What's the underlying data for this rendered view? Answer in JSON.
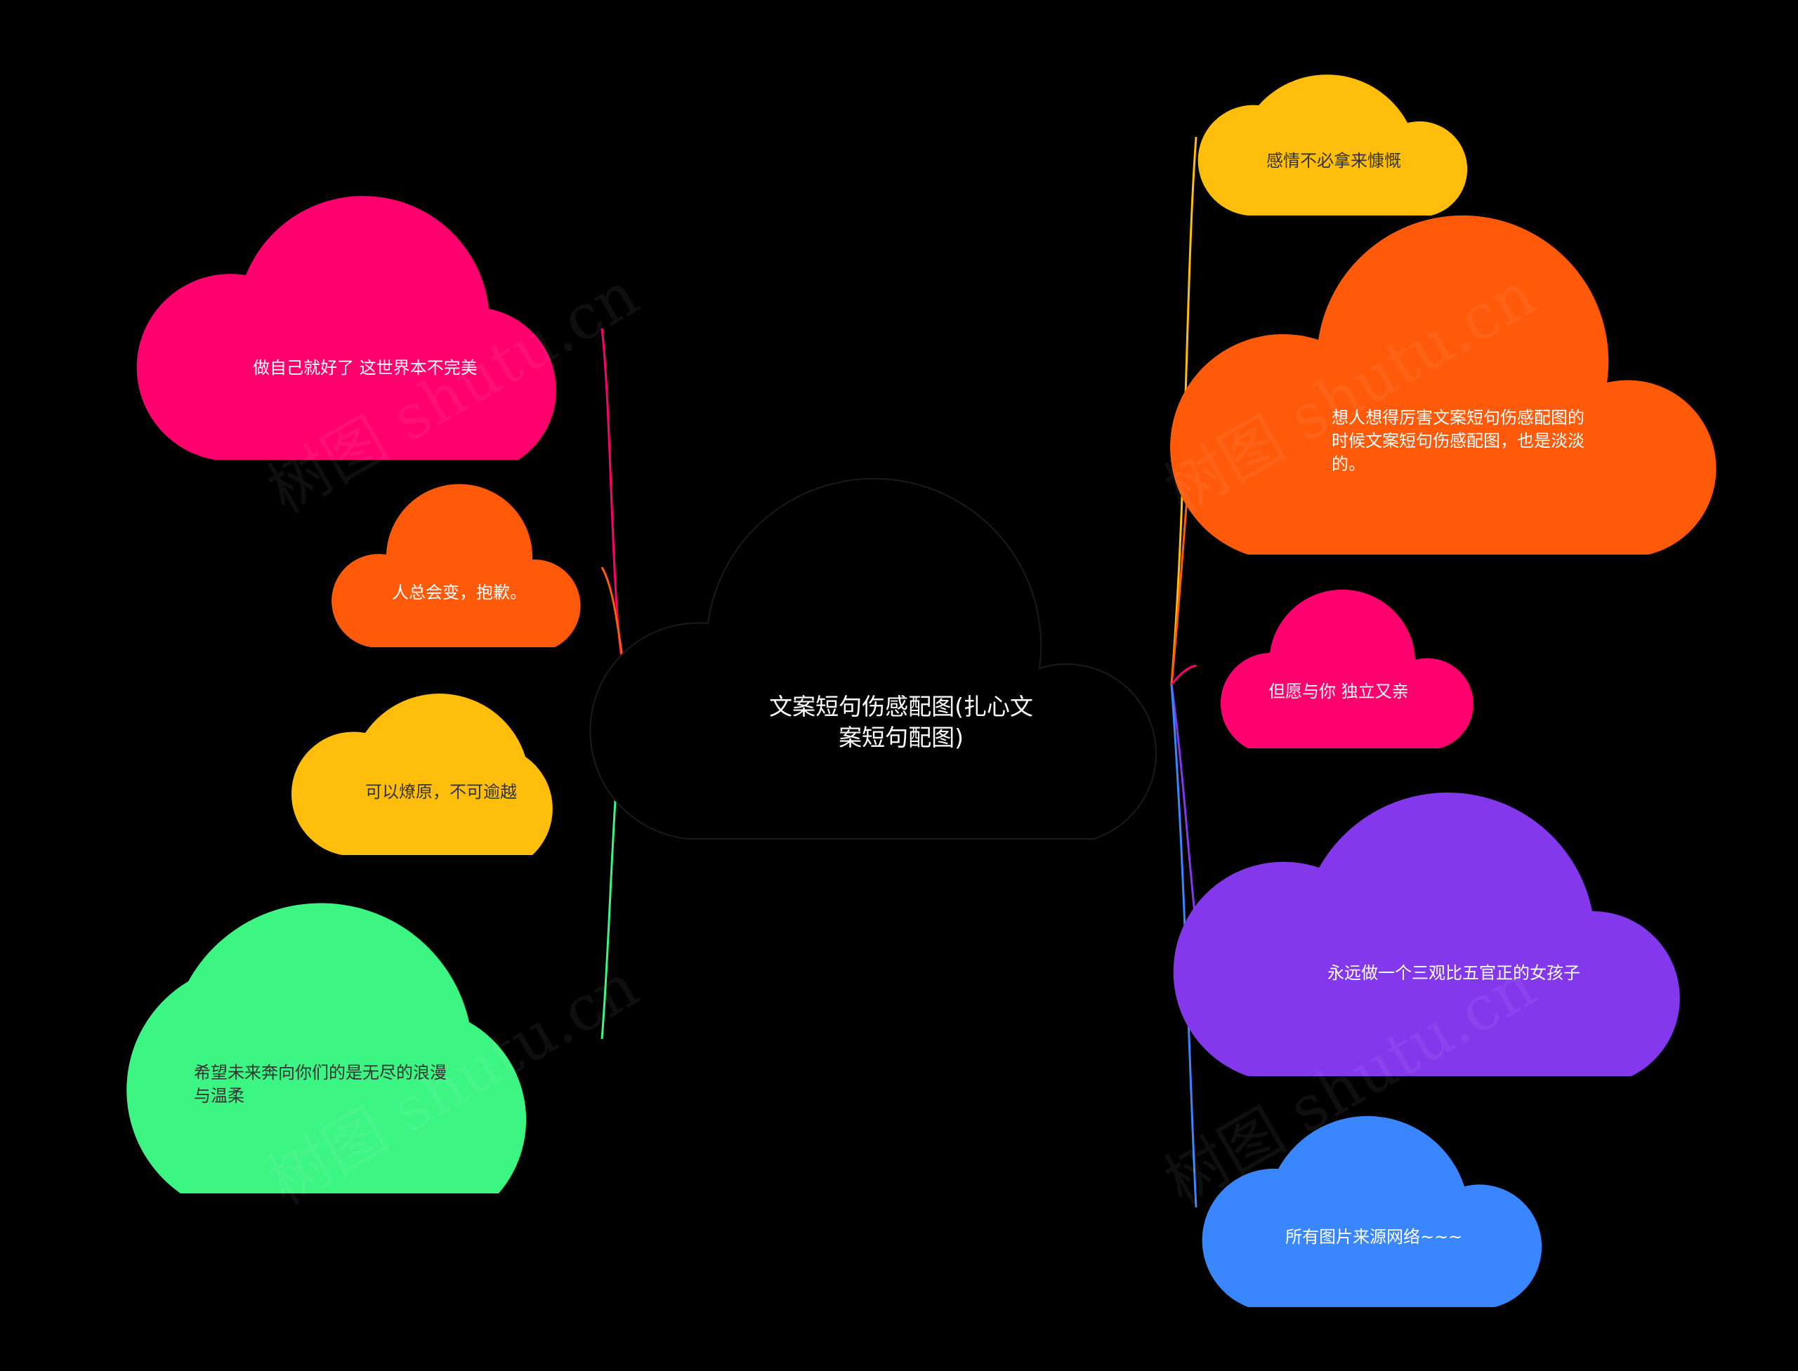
{
  "colors": {
    "background": "#000000",
    "pink": "#ff006e",
    "orange": "#ff5a0a",
    "yellow": "#ffbe0b",
    "green": "#3cf582",
    "purple": "#8338ec",
    "blue": "#3a86ff"
  },
  "center": {
    "line1": "文案短句伤感配图(扎心文",
    "line2": "案短句配图)"
  },
  "left_nodes": [
    {
      "line1": "做自己就好了 这世界本不完美",
      "line2": ""
    },
    {
      "line1": "人总会变，抱歉。",
      "line2": ""
    },
    {
      "line1": "可以燎原，不可逾越",
      "line2": ""
    },
    {
      "line1": "希望未来奔向你们的是无尽的浪漫",
      "line2": "与温柔"
    }
  ],
  "right_nodes": [
    {
      "line1": "感情不必拿来慷慨",
      "line2": "",
      "line3": ""
    },
    {
      "line1": "想人想得厉害文案短句伤感配图的",
      "line2": "时候文案短句伤感配图，也是淡淡",
      "line3": "的。"
    },
    {
      "line1": "但愿与你 独立又亲",
      "line2": "",
      "line3": ""
    },
    {
      "line1": "永远做一个三观比五官正的女孩子",
      "line2": "",
      "line3": ""
    },
    {
      "line1": "所有图片来源网络~~~",
      "line2": "",
      "line3": ""
    }
  ],
  "watermark": {
    "text": "树图 shutu.cn"
  }
}
